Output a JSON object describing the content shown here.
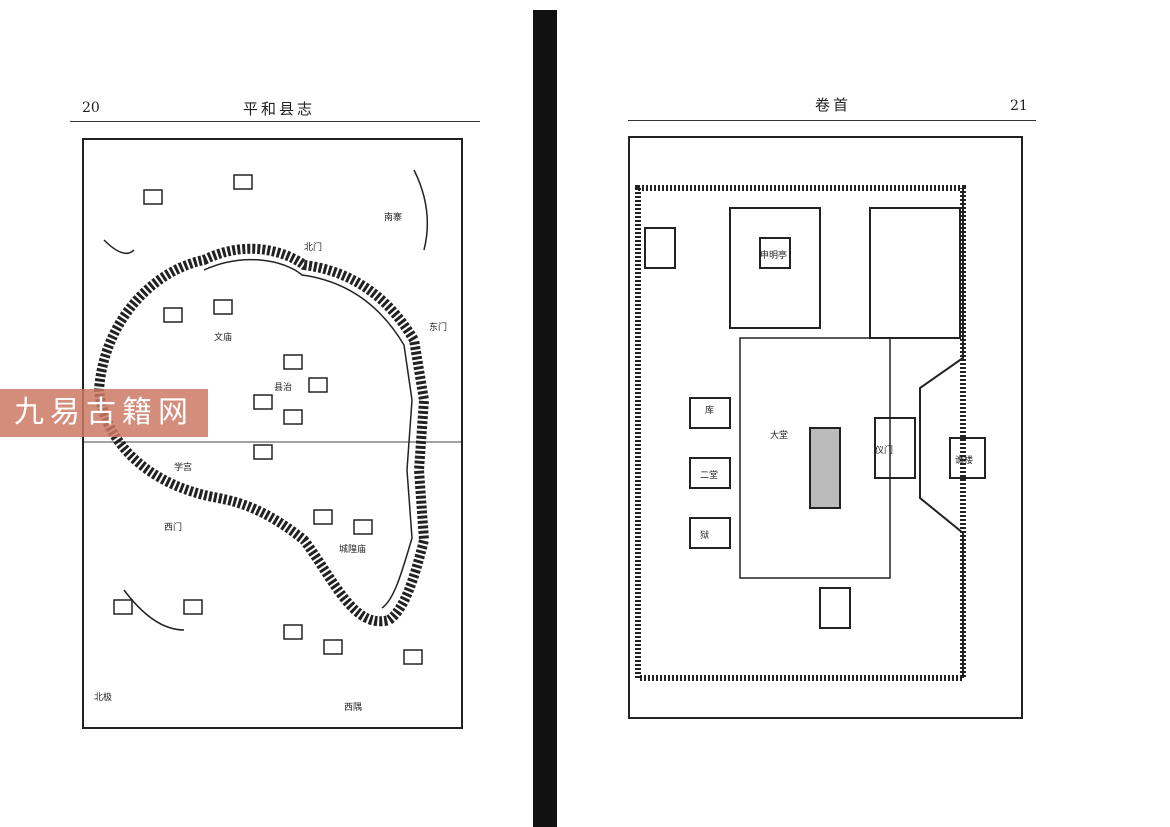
{
  "left_page": {
    "page_number": "20",
    "running_title": "平和县志",
    "map_labels": [
      "南寨",
      "东门",
      "北门",
      "西门",
      "县治",
      "城隍庙",
      "文庙",
      "学宫",
      "北极",
      "西隅"
    ]
  },
  "right_page": {
    "page_number": "21",
    "running_title": "卷首",
    "map_labels": [
      "仪门",
      "大堂",
      "二堂",
      "库",
      "狱",
      "谯楼",
      "申明亭"
    ]
  },
  "watermark": "九易古籍网",
  "colors": {
    "ink": "#222222",
    "watermark": "#cd7864"
  }
}
